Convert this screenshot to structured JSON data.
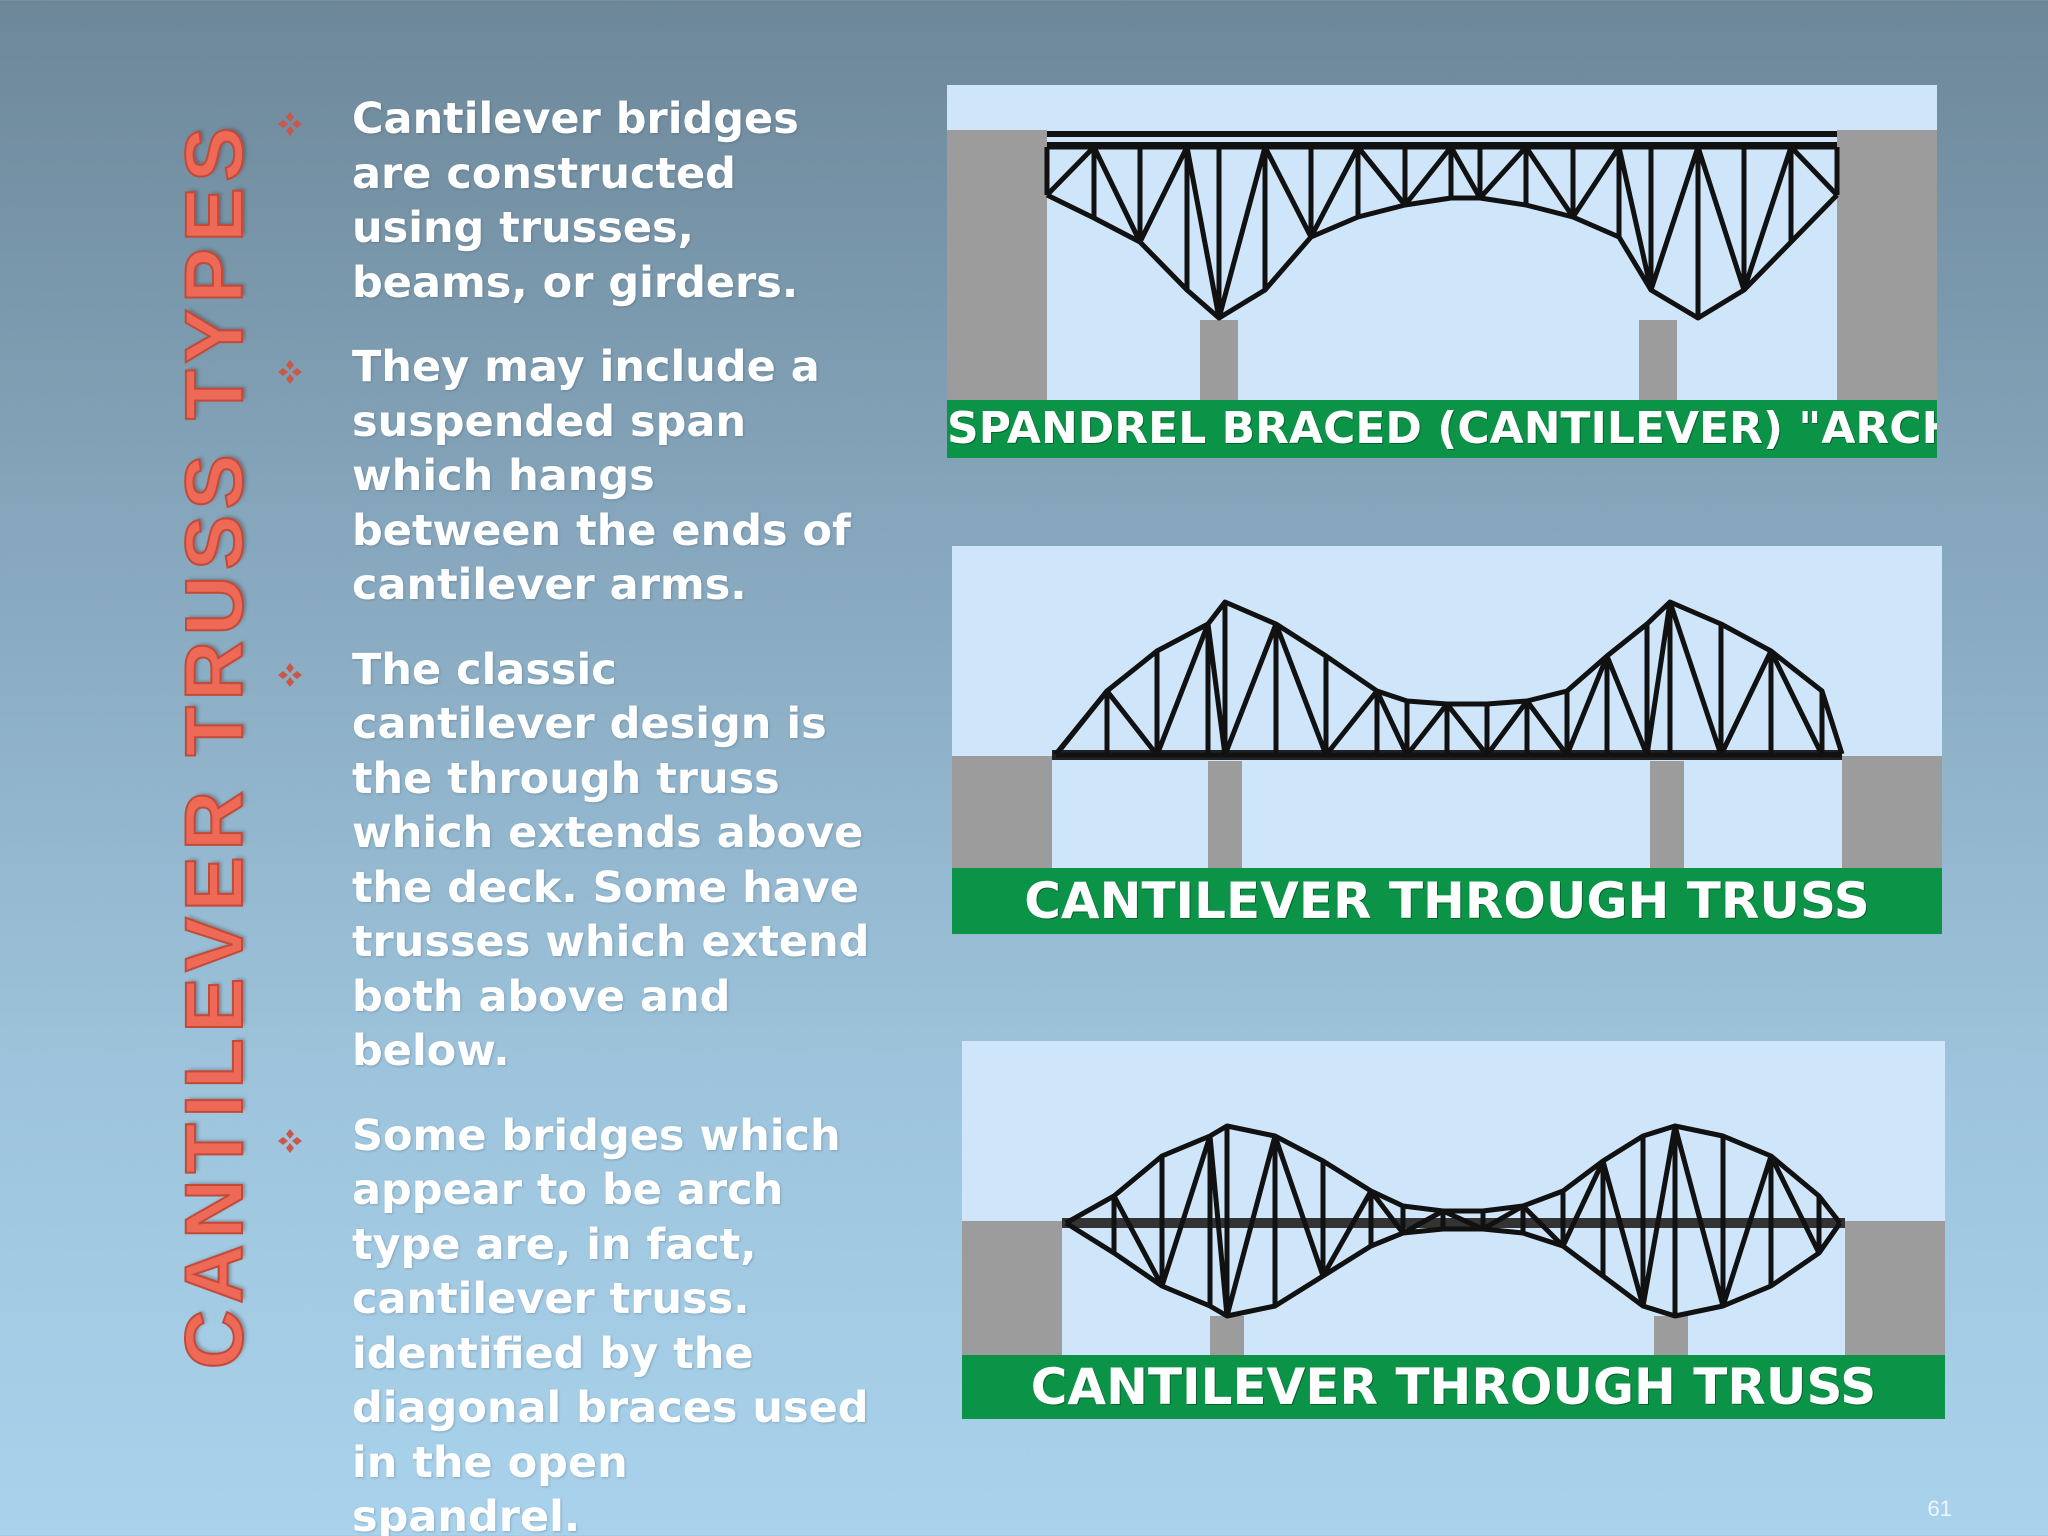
{
  "slide": {
    "title": "CANTILEVER TRUSS TYPES",
    "page_number": "61",
    "accent_color": "#ee6a56",
    "bullet_icon": "four-diamond-bullet-icon"
  },
  "bullets": [
    "Cantilever bridges are constructed using trusses, beams, or girders.",
    "They may include a suspended span which hangs between the ends of cantilever arms.",
    "The classic cantilever design is the through truss which extends above the deck. Some have trusses which extend both above and below.",
    "Some bridges which appear to be arch type are, in fact, cantilever truss. identified by the diagonal braces used in the open spandrel."
  ],
  "figures": [
    {
      "caption": "SPANDREL BRACED (CANTILEVER) \"ARCH\"",
      "caption_color": "#0b9447",
      "sky_color": "#cfe6fa"
    },
    {
      "caption": "CANTILEVER THROUGH TRUSS",
      "caption_color": "#0b9447",
      "sky_color": "#cfe6fa"
    },
    {
      "caption": "CANTILEVER THROUGH TRUSS",
      "caption_color": "#0b9447",
      "sky_color": "#cfe6fa"
    }
  ]
}
